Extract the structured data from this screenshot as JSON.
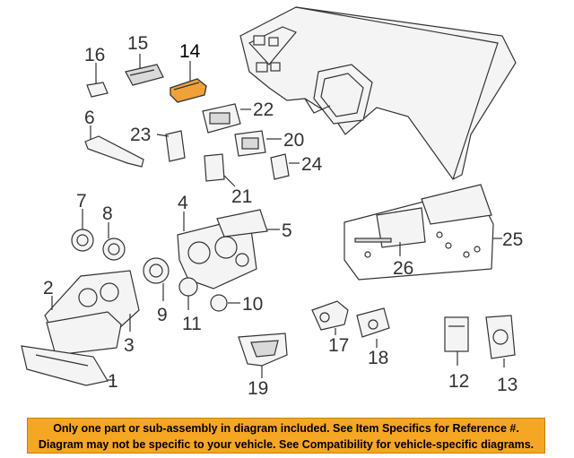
{
  "highlight_color": "#f0a13a",
  "banner_color": "#f5a623",
  "labels": {
    "p1": "1",
    "p2": "2",
    "p3": "3",
    "p4": "4",
    "p5": "5",
    "p6": "6",
    "p7": "7",
    "p8": "8",
    "p9": "9",
    "p10": "10",
    "p11": "11",
    "p12": "12",
    "p13": "13",
    "p14": "14",
    "p15": "15",
    "p16": "16",
    "p17": "17",
    "p18": "18",
    "p19": "19",
    "p20": "20",
    "p21": "21",
    "p22": "22",
    "p23": "23",
    "p24": "24",
    "p25": "25",
    "p26": "26"
  },
  "highlighted_part": "14",
  "notice": {
    "line1": "Only one part or sub-assembly in diagram included. See Item Specifics for Reference #.",
    "line2": "Diagram may not be specific to your vehicle. See Compatibility for vehicle-specific diagrams."
  }
}
